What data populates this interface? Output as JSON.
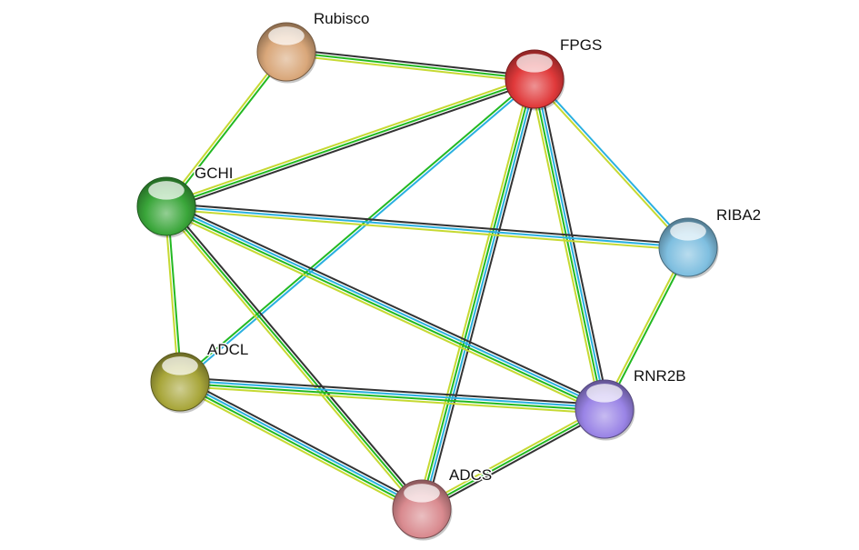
{
  "network": {
    "nodes": [
      {
        "id": "rubisco",
        "label": "Rubisco",
        "color": "#d9a77a"
      },
      {
        "id": "fpgs",
        "label": "FPGS",
        "color": "#e0393a"
      },
      {
        "id": "gchi",
        "label": "GCHI",
        "color": "#3aa63a"
      },
      {
        "id": "riba2",
        "label": "RIBA2",
        "color": "#7fbfe0"
      },
      {
        "id": "adcl",
        "label": "ADCL",
        "color": "#a8a63a"
      },
      {
        "id": "rnr2b",
        "label": "RNR2B",
        "color": "#9a84e6"
      },
      {
        "id": "adcs",
        "label": "ADCS",
        "color": "#d98a8f"
      }
    ],
    "evidence_colors": {
      "black": "#333333",
      "blue": "#2ab0e0",
      "green": "#22b922",
      "yellow": "#c6d932"
    },
    "edges": [
      {
        "from": "rubisco",
        "to": "fpgs",
        "evidence": [
          "black",
          "green",
          "yellow"
        ]
      },
      {
        "from": "rubisco",
        "to": "gchi",
        "evidence": [
          "green",
          "yellow"
        ]
      },
      {
        "from": "fpgs",
        "to": "gchi",
        "evidence": [
          "black",
          "green",
          "yellow"
        ]
      },
      {
        "from": "fpgs",
        "to": "riba2",
        "evidence": [
          "blue",
          "yellow"
        ]
      },
      {
        "from": "fpgs",
        "to": "adcl",
        "evidence": [
          "blue",
          "green"
        ]
      },
      {
        "from": "fpgs",
        "to": "rnr2b",
        "evidence": [
          "black",
          "blue",
          "green",
          "yellow"
        ]
      },
      {
        "from": "fpgs",
        "to": "adcs",
        "evidence": [
          "black",
          "blue",
          "green",
          "yellow"
        ]
      },
      {
        "from": "gchi",
        "to": "riba2",
        "evidence": [
          "black",
          "blue",
          "yellow"
        ]
      },
      {
        "from": "gchi",
        "to": "adcl",
        "evidence": [
          "green",
          "yellow"
        ]
      },
      {
        "from": "gchi",
        "to": "rnr2b",
        "evidence": [
          "black",
          "blue",
          "green",
          "yellow"
        ]
      },
      {
        "from": "gchi",
        "to": "adcs",
        "evidence": [
          "black",
          "green",
          "yellow"
        ]
      },
      {
        "from": "riba2",
        "to": "rnr2b",
        "evidence": [
          "green",
          "yellow"
        ]
      },
      {
        "from": "adcl",
        "to": "rnr2b",
        "evidence": [
          "black",
          "blue",
          "green",
          "yellow"
        ]
      },
      {
        "from": "adcl",
        "to": "adcs",
        "evidence": [
          "black",
          "blue",
          "green",
          "yellow"
        ]
      },
      {
        "from": "rnr2b",
        "to": "adcs",
        "evidence": [
          "black",
          "green",
          "yellow"
        ]
      }
    ]
  }
}
